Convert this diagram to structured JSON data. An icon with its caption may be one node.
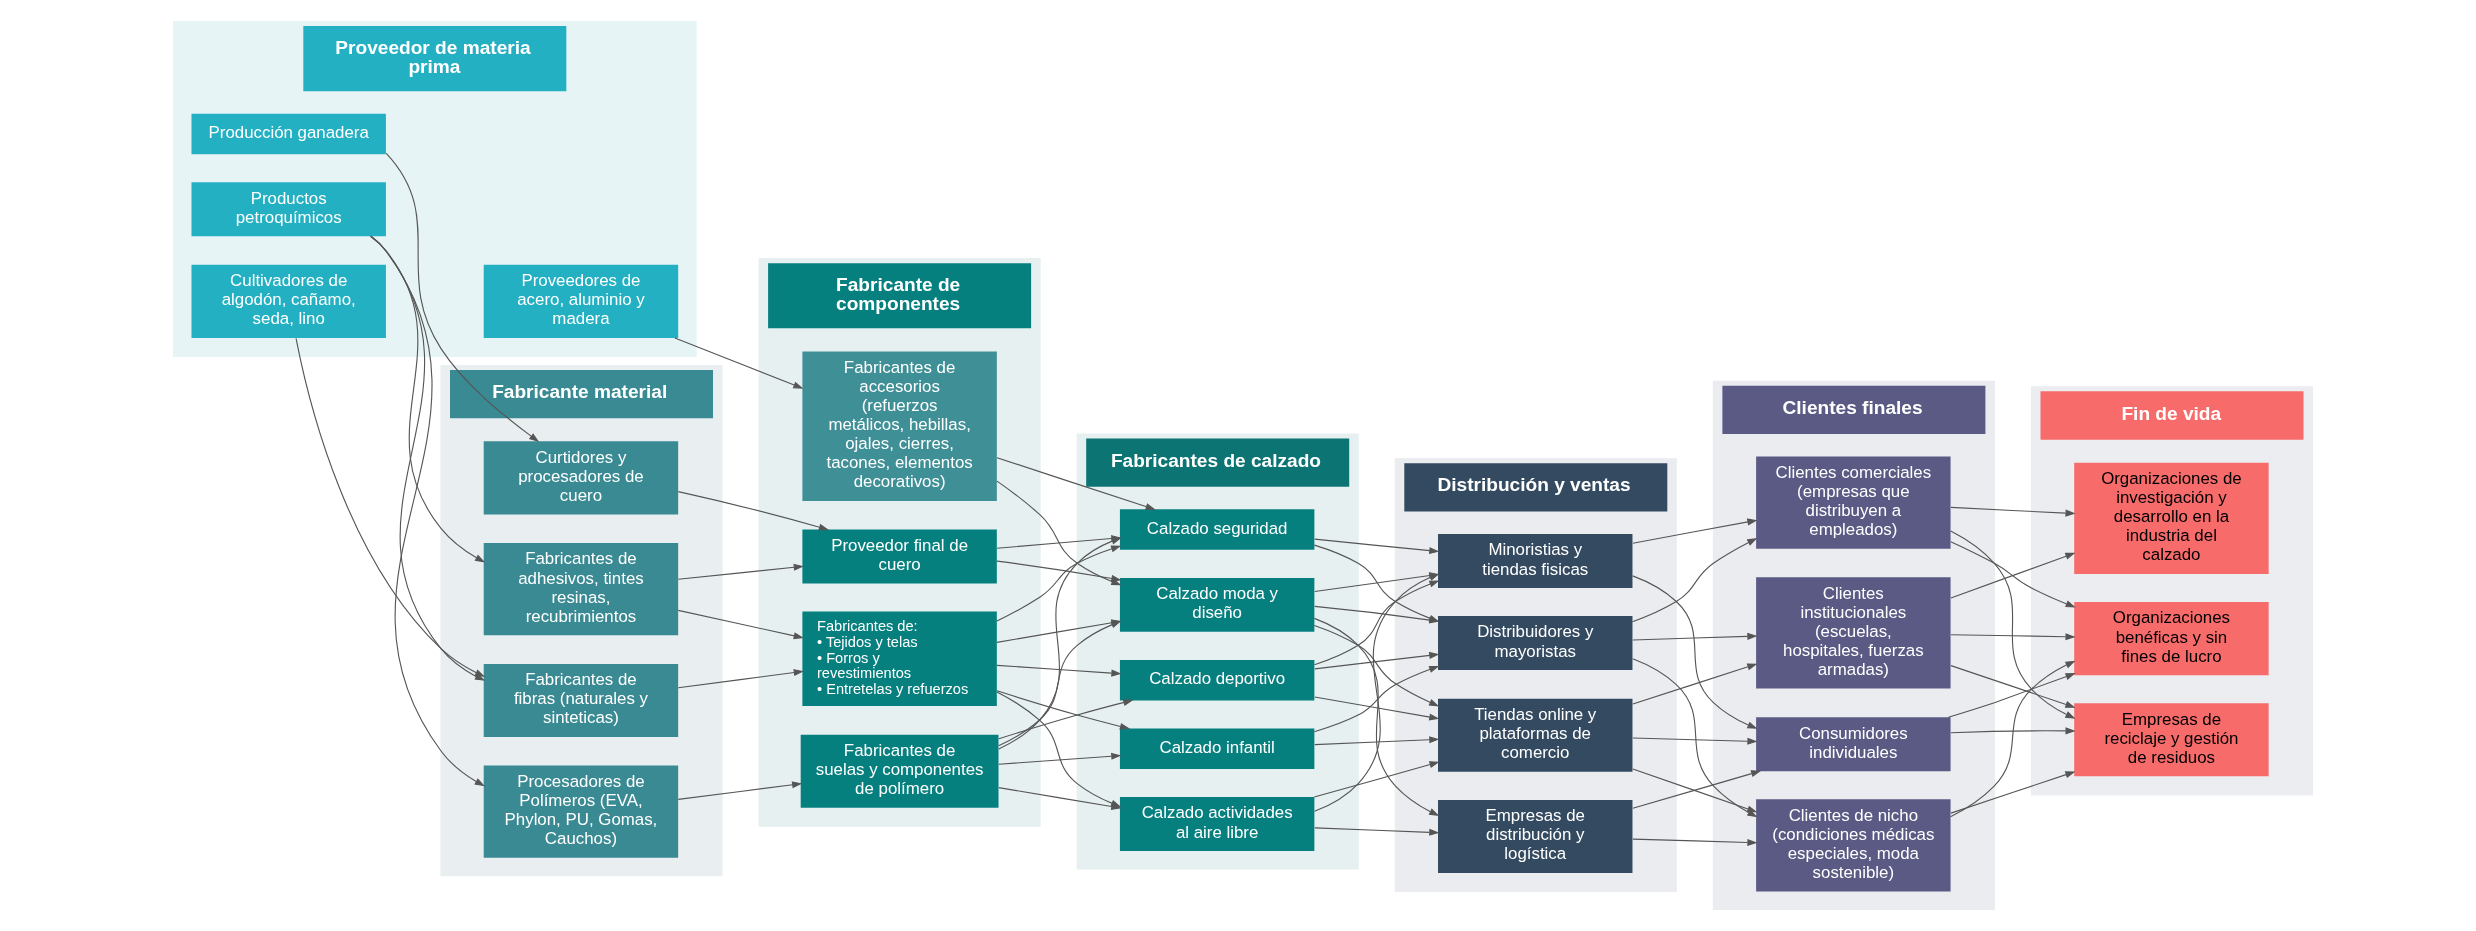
{
  "diagram": {
    "nodes": [
      {
        "text": [
          "Proveedor de materia prima"
        ]
      },
      {
        "text": [
          "Producción ganadera"
        ],
        "in": 0
      },
      {
        "text": [
          "Productos petroquímicos"
        ],
        "in": 0
      },
      {
        "text": [
          "Cultivadores de algodón, cañamo, seda, lino"
        ],
        "in": 0
      },
      {
        "text": [
          "Proveedores de acero, aluminio y madera"
        ],
        "in": 0
      },
      {
        "text": [
          "Fabricante material"
        ]
      },
      {
        "text": [
          "Curtidores y procesadores de cuero"
        ],
        "in": 5
      },
      {
        "text": [
          "Procesadores de Polímeros (EVA, Phylon, PU, Gomas, Cauchos)"
        ],
        "in": 5
      },
      {
        "text": [
          "Fabricantes de fibras (naturales y sinteticas)"
        ],
        "in": 5
      },
      {
        "text": [
          "Fabricantes de adhesivos, tintes resinas, recubrimientos"
        ],
        "in": 5
      },
      {
        "text": [
          "Fabricante de componentes"
        ]
      },
      {
        "text": [
          "Proveedor final de cuero"
        ],
        "in": 10
      },
      {
        "text": [
          "Fabricantes de suelas y componentes de polímero"
        ],
        "in": 10
      },
      {
        "text": [
          "Fabricantes de:",
          "• Tejidos y telas",
          "• Forros y revestimientos",
          "• Entretelas y refuerzos"
        ],
        "in": 10
      },
      {
        "text": [
          "Fabricantes de accesorios (refuerzos metálicos, hebillas, ojales, cierres, tacones, elementos decorativos)"
        ],
        "in": 10
      },
      {
        "text": [
          "Fabricantes de calzado"
        ]
      },
      {
        "text": [
          "Calzado moda y diseño"
        ],
        "in": 15
      },
      {
        "text": [
          "Calzado seguridad"
        ],
        "in": 15
      },
      {
        "text": [
          "Calzado deportivo"
        ],
        "in": 15
      },
      {
        "text": [
          "Calzado infantil"
        ],
        "in": 15
      },
      {
        "text": [
          "Calzado actividades al aire libre"
        ],
        "in": 15
      },
      {
        "text": [
          "Distribución y ventas"
        ]
      },
      {
        "text": [
          "Distribuidores y mayoristas"
        ],
        "in": 21
      },
      {
        "text": [
          "Minoristias y tiendas fisicas"
        ],
        "in": 21
      },
      {
        "text": [
          "Empresas de distribución y logística"
        ],
        "in": 21
      },
      {
        "text": [
          "Tiendas online y plataformas de comercio"
        ],
        "in": 21
      },
      {
        "text": [
          "Clientes finales"
        ]
      },
      {
        "text": [
          "Consumidores individuales"
        ],
        "in": 26
      },
      {
        "text": [
          "Clientes comerciales (empresas que distribuyen a empleados)"
        ],
        "in": 26
      },
      {
        "text": [
          "Clientes de nicho (condiciones médicas especiales, moda sostenible)"
        ],
        "in": 26
      },
      {
        "text": [
          "Clientes institucionales (escuelas, hospitales, fuerzas armadas)"
        ],
        "in": 26
      },
      {
        "text": [
          "Fin de vida"
        ]
      },
      {
        "text": [
          "Empresas de reciclaje y gestión de residuos"
        ],
        "in": 31
      },
      {
        "text": [
          "Organizaciones benéficas y sin fines de lucro"
        ],
        "in": 31
      },
      {
        "text": [
          "Organizaciones de investigación y desarrollo en la industria del calzado"
        ],
        "in": 31
      }
    ],
    "edges": [
      {
        "from": 1,
        "to": 6,
        "arrow": "to"
      },
      {
        "from": 2,
        "to": 7,
        "arrow": "to"
      },
      {
        "from": 2,
        "to": 8,
        "arrow": "to"
      },
      {
        "from": 2,
        "to": 9,
        "arrow": "to"
      },
      {
        "from": 3,
        "to": 8,
        "arrow": "to"
      },
      {
        "from": 4,
        "to": 14,
        "arrow": "to"
      },
      {
        "from": 6,
        "to": 11,
        "arrow": "to"
      },
      {
        "from": 7,
        "to": 12,
        "arrow": "to"
      },
      {
        "from": 8,
        "to": 13,
        "arrow": "to"
      },
      {
        "from": 9,
        "to": 11,
        "arrow": "to"
      },
      {
        "from": 9,
        "to": 13,
        "arrow": "to"
      },
      {
        "from": 11,
        "to": 16,
        "arrow": "to"
      },
      {
        "from": 11,
        "to": 17,
        "arrow": "to"
      },
      {
        "from": 12,
        "to": 16,
        "arrow": "to"
      },
      {
        "from": 12,
        "to": 17,
        "arrow": "to"
      },
      {
        "from": 12,
        "to": 18,
        "arrow": "to"
      },
      {
        "from": 12,
        "to": 19,
        "arrow": "to"
      },
      {
        "from": 12,
        "to": 20,
        "arrow": "to"
      },
      {
        "from": 13,
        "to": 16,
        "arrow": "to"
      },
      {
        "from": 13,
        "to": 17,
        "arrow": "to"
      },
      {
        "from": 13,
        "to": 18,
        "arrow": "to"
      },
      {
        "from": 13,
        "to": 19,
        "arrow": "to"
      },
      {
        "from": 13,
        "to": 20,
        "arrow": "to"
      },
      {
        "from": 14,
        "to": 16,
        "arrow": "to"
      },
      {
        "from": 14,
        "to": 17,
        "arrow": "to"
      },
      {
        "from": 16,
        "to": 22,
        "arrow": "to"
      },
      {
        "from": 16,
        "to": 23,
        "arrow": "to"
      },
      {
        "from": 16,
        "to": 24,
        "arrow": "to"
      },
      {
        "from": 16,
        "to": 25,
        "arrow": "to"
      },
      {
        "from": 17,
        "to": 22,
        "arrow": "to"
      },
      {
        "from": 17,
        "to": 23,
        "arrow": "to"
      },
      {
        "from": 18,
        "to": 22,
        "arrow": "to"
      },
      {
        "from": 18,
        "to": 23,
        "arrow": "to"
      },
      {
        "from": 18,
        "to": 25,
        "arrow": "to"
      },
      {
        "from": 19,
        "to": 22,
        "arrow": "to"
      },
      {
        "from": 19,
        "to": 25,
        "arrow": "to"
      },
      {
        "from": 20,
        "to": 23,
        "arrow": "to"
      },
      {
        "from": 20,
        "to": 24,
        "arrow": "to"
      },
      {
        "from": 20,
        "to": 25,
        "arrow": "to"
      },
      {
        "from": 22,
        "to": 28,
        "arrow": "to"
      },
      {
        "from": 22,
        "to": 29,
        "arrow": "to"
      },
      {
        "from": 22,
        "to": 30,
        "arrow": "to"
      },
      {
        "from": 23,
        "to": 27,
        "arrow": "to"
      },
      {
        "from": 23,
        "to": 28,
        "arrow": "to"
      },
      {
        "from": 24,
        "to": 27,
        "arrow": "to"
      },
      {
        "from": 24,
        "to": 29,
        "arrow": "to"
      },
      {
        "from": 25,
        "to": 27,
        "arrow": "to"
      },
      {
        "from": 25,
        "to": 29,
        "arrow": "to"
      },
      {
        "from": 25,
        "to": 30,
        "arrow": "to"
      },
      {
        "from": 27,
        "to": 32,
        "arrow": "to"
      },
      {
        "from": 27,
        "to": 33,
        "arrow": "to"
      },
      {
        "from": 28,
        "to": 32,
        "arrow": "to"
      },
      {
        "from": 28,
        "to": 33,
        "arrow": "to"
      },
      {
        "from": 28,
        "to": 34,
        "arrow": "to"
      },
      {
        "from": 29,
        "to": 32,
        "arrow": "to"
      },
      {
        "from": 29,
        "to": 33,
        "arrow": "to"
      },
      {
        "from": 30,
        "to": 32,
        "arrow": "to"
      },
      {
        "from": 30,
        "to": 33,
        "arrow": "to"
      },
      {
        "from": 30,
        "to": 34,
        "arrow": "to"
      }
    ]
  }
}
